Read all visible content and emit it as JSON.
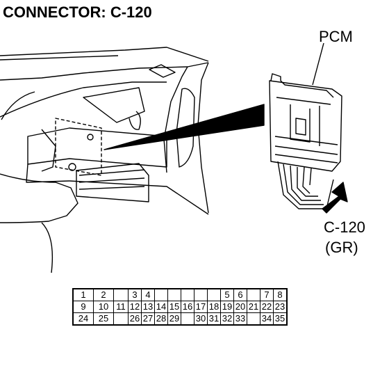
{
  "title": "CONNECTOR: C-120",
  "labels": {
    "pcm": "PCM",
    "connector": "C-120",
    "color": "(GR)"
  },
  "pin_rows": [
    [
      "1",
      "2",
      "",
      "3",
      "4",
      "",
      "",
      "",
      "",
      "",
      "5",
      "6",
      "",
      "7",
      "8"
    ],
    [
      "9",
      "10",
      "11",
      "12",
      "13",
      "14",
      "15",
      "16",
      "17",
      "18",
      "19",
      "20",
      "21",
      "22",
      "23"
    ],
    [
      "24",
      "25",
      "",
      "26",
      "27",
      "28",
      "29",
      "",
      "30",
      "31",
      "32",
      "33",
      "",
      "34",
      "35"
    ]
  ]
}
